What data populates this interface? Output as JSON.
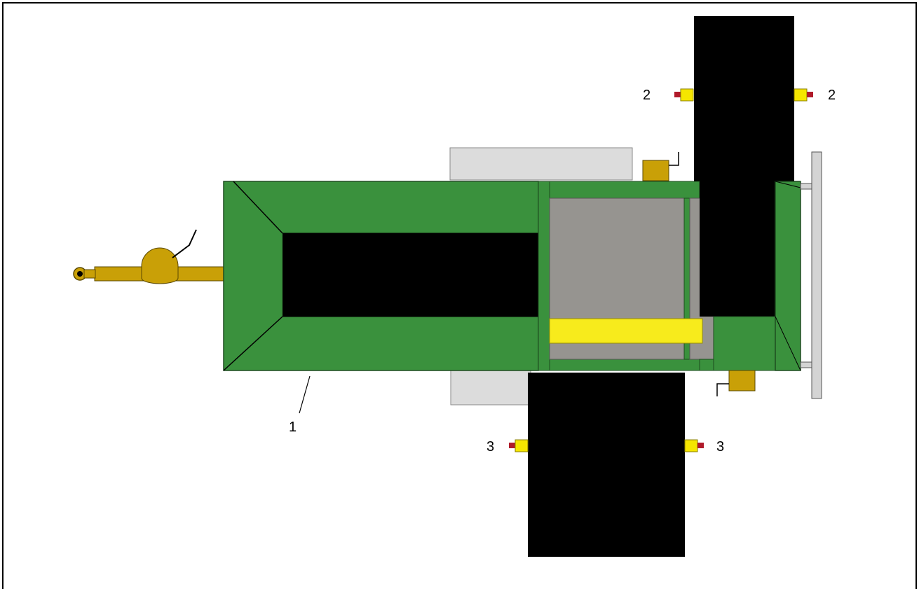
{
  "diagram": {
    "labels": {
      "part_1": "1",
      "sensor_2_left": "2",
      "sensor_2_right": "2",
      "sensor_3_left": "3",
      "sensor_3_right": "3"
    },
    "colors": {
      "frame_border": "#000000",
      "body_green": "#3a913d",
      "belt_black": "#000000",
      "hopper_grey": "#969490",
      "light_grey": "#dcdcdc",
      "drawbar_gold": "#c9a007",
      "sensor_yellow": "#f5e600",
      "sensor_red": "#b01a2a",
      "yellow_bar": "#f7eb1c",
      "bumper_grey": "#d4d4d4"
    }
  }
}
